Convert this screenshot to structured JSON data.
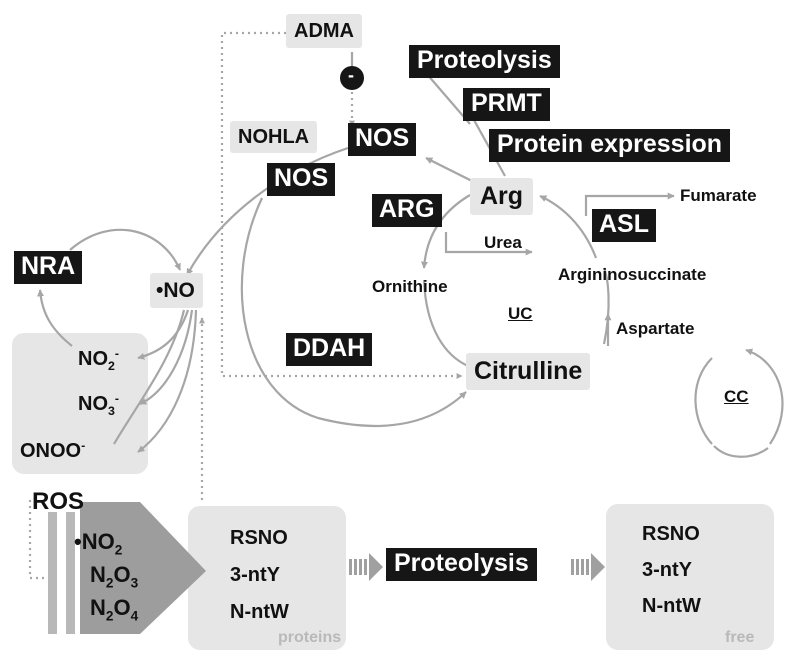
{
  "labels": {
    "adma": "ADMA",
    "inhibit": "-",
    "proteolysis_top": "Proteolysis",
    "prmt": "PRMT",
    "protein_expression": "Protein expression",
    "nohla": "NOHLA",
    "nos_a": "NOS",
    "nos_b": "NOS",
    "arg": "Arg",
    "arg_enzyme": "ARG",
    "fumarate": "Fumarate",
    "asl": "ASL",
    "urea": "Urea",
    "argininosuccinate": "Argininosuccinate",
    "ornithine": "Ornithine",
    "uc": "UC",
    "aspartate": "Aspartate",
    "nra": "NRA",
    "no": "NO",
    "ddah": "DDAH",
    "citrulline": "Citrulline",
    "cc": "CC",
    "no2_base": "NO",
    "no2_sub": "2",
    "no2_sup": "-",
    "no3_base": "NO",
    "no3_sub": "3",
    "no3_sup": "-",
    "onoo_base": "ONOO",
    "onoo_sup": "-",
    "ros": "ROS",
    "rns_no2_base": "NO",
    "rns_no2_sub": "2",
    "n2o3_a": "N",
    "n2o3_sub1": "2",
    "n2o3_b": "O",
    "n2o3_sub2": "3",
    "n2o4_a": "N",
    "n2o4_sub1": "2",
    "n2o4_b": "O",
    "n2o4_sub2": "4",
    "rsno_bound": "RSNO",
    "ntY_bound": "3-ntY",
    "ntW_bound": "N-ntW",
    "proteins": "proteins",
    "proteolysis_bottom": "Proteolysis",
    "rsno_free": "RSNO",
    "ntY_free": "3-ntY",
    "ntW_free": "N-ntW",
    "free": "free"
  },
  "colors": {
    "black_box": "#161616",
    "gray_box": "#e6e6e6",
    "region": "#e6e6e6",
    "arrow": "#a6a6a6",
    "dotted": "#a6a6a6",
    "muted_text": "#b9b9b9",
    "big_arrow": "#9d9d9d"
  }
}
